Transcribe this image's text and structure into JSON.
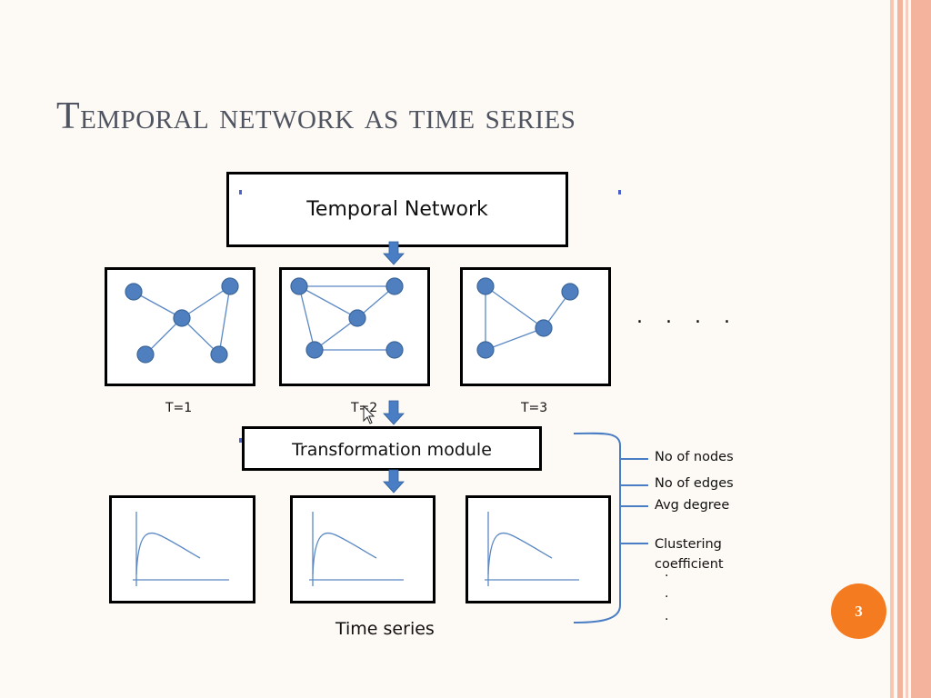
{
  "slide": {
    "title": "Temporal network as time series",
    "page_number": "3",
    "top_box_label": "Temporal Network",
    "transform_box_label": "Transformation module",
    "caption": "Time series",
    "continuation": ". . . .",
    "time_labels": [
      "T=1",
      "T=2",
      "T=3"
    ],
    "metrics": [
      "No of nodes",
      "No of edges",
      "Avg degree",
      "Clustering coefficient"
    ],
    "metric_trailing_dots": [
      ".",
      ".",
      "."
    ]
  },
  "colors": {
    "node_fill": "#4f7fbf",
    "node_stroke": "#3a6599",
    "edge": "#5b88c3",
    "arrow": "#4a7ec4",
    "bracket": "#4a7ec4",
    "badge": "#f47b20",
    "title": "#4f5461",
    "accent_bar": "#f4b39c"
  },
  "icons": {
    "arrow": "down-arrow-icon",
    "cursor": "mouse-cursor-icon"
  }
}
